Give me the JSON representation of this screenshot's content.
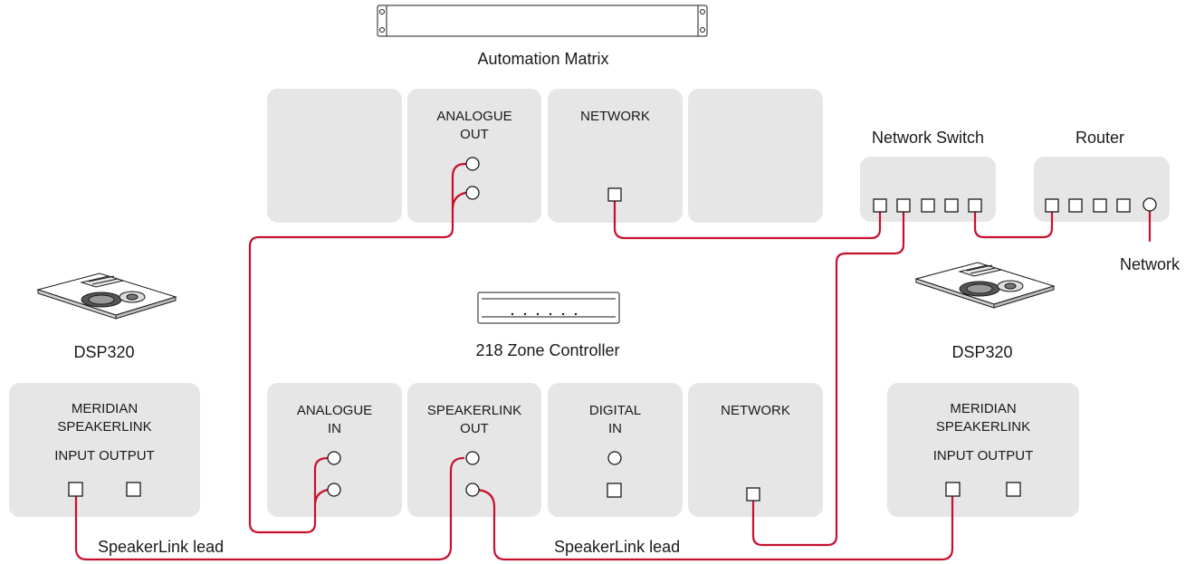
{
  "devices": {
    "automation_matrix": "Automation Matrix",
    "network_switch": "Network Switch",
    "router": "Router",
    "zone_controller": "218 Zone Controller",
    "dsp_left": "DSP320",
    "dsp_right": "DSP320",
    "network": "Network"
  },
  "matrix_panels": {
    "analogue_out": [
      "ANALOGUE",
      "OUT"
    ],
    "network": [
      "NETWORK"
    ]
  },
  "controller_panels": {
    "analogue_in": [
      "ANALOGUE",
      "IN"
    ],
    "speakerlink_out": [
      "SPEAKERLINK",
      "OUT"
    ],
    "digital_in": [
      "DIGITAL",
      "IN"
    ],
    "network": [
      "NETWORK"
    ]
  },
  "dsp_panel": {
    "line1": "MERIDIAN",
    "line2": "SPEAKERLINK",
    "ports": "INPUT OUTPUT"
  },
  "cables": {
    "lead_left": "SpeakerLink lead",
    "lead_right": "SpeakerLink lead"
  },
  "colors": {
    "cable": "#c8102e",
    "panel": "#e6e6e6",
    "line": "#1a1a1a"
  }
}
